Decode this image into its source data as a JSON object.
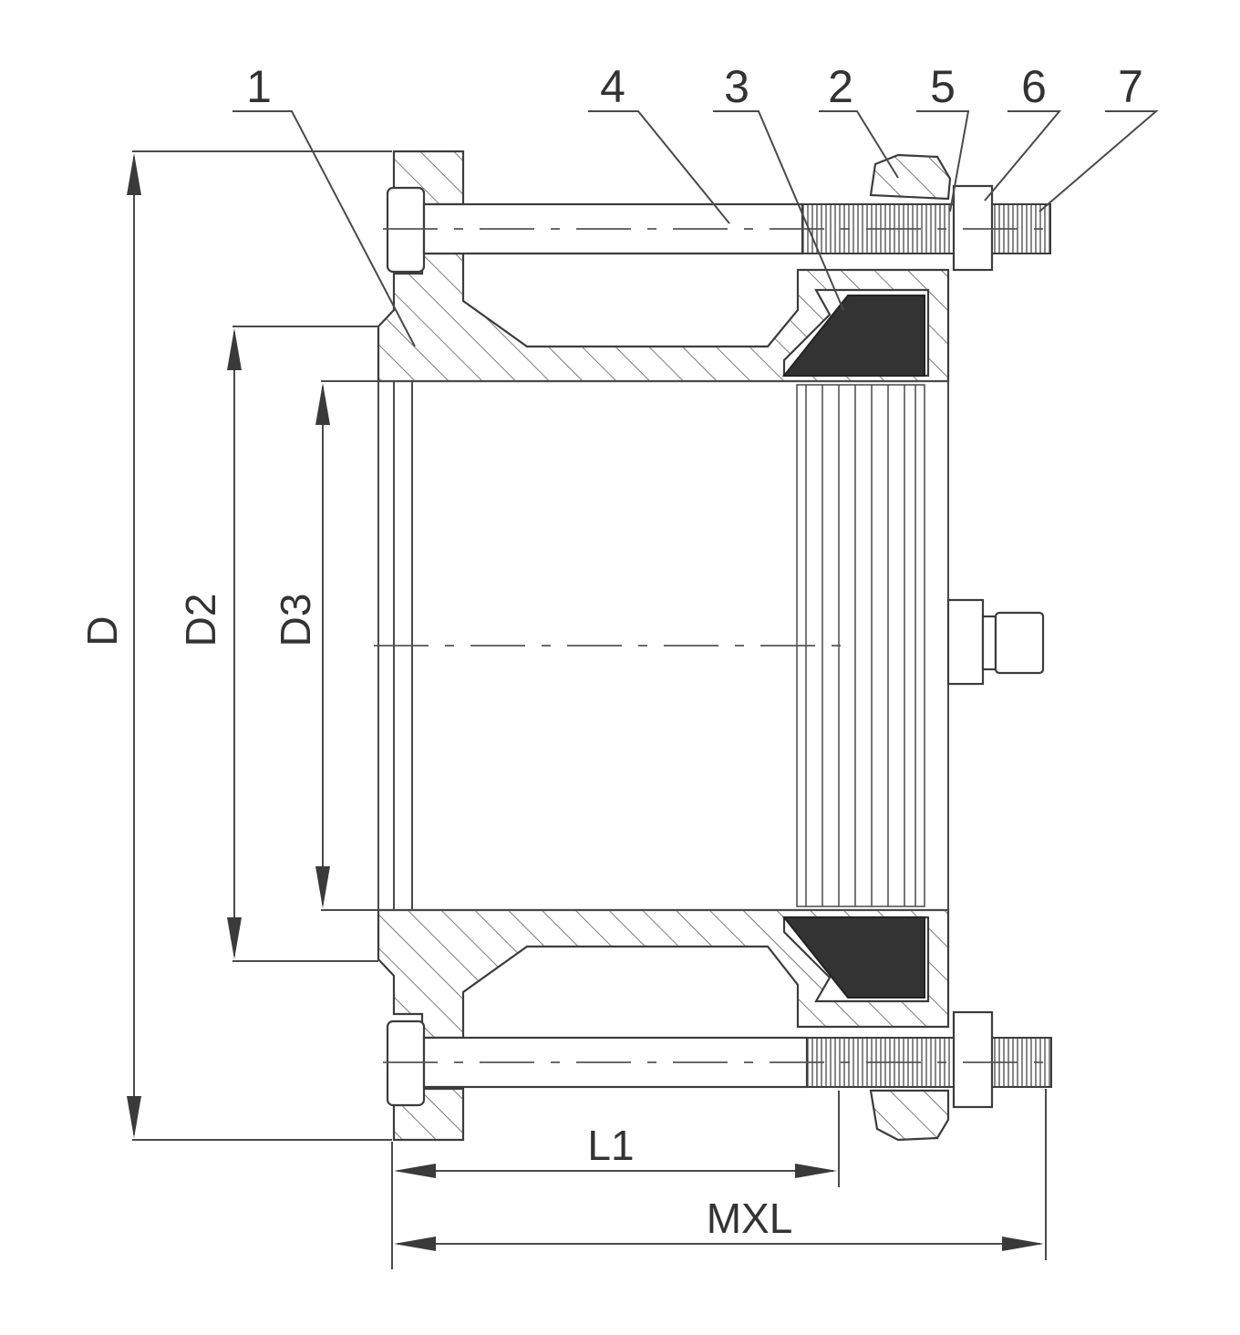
{
  "diagram": {
    "callouts": [
      {
        "id": "part-1",
        "label": "1"
      },
      {
        "id": "part-4",
        "label": "4"
      },
      {
        "id": "part-3",
        "label": "3"
      },
      {
        "id": "part-2",
        "label": "2"
      },
      {
        "id": "part-5",
        "label": "5"
      },
      {
        "id": "part-6",
        "label": "6"
      },
      {
        "id": "part-7",
        "label": "7"
      }
    ],
    "dimensions": {
      "outer_diameter": "D",
      "flange_diameter": "D2",
      "bore_diameter": "D3",
      "body_length": "L1",
      "max_length": "MXL"
    }
  }
}
